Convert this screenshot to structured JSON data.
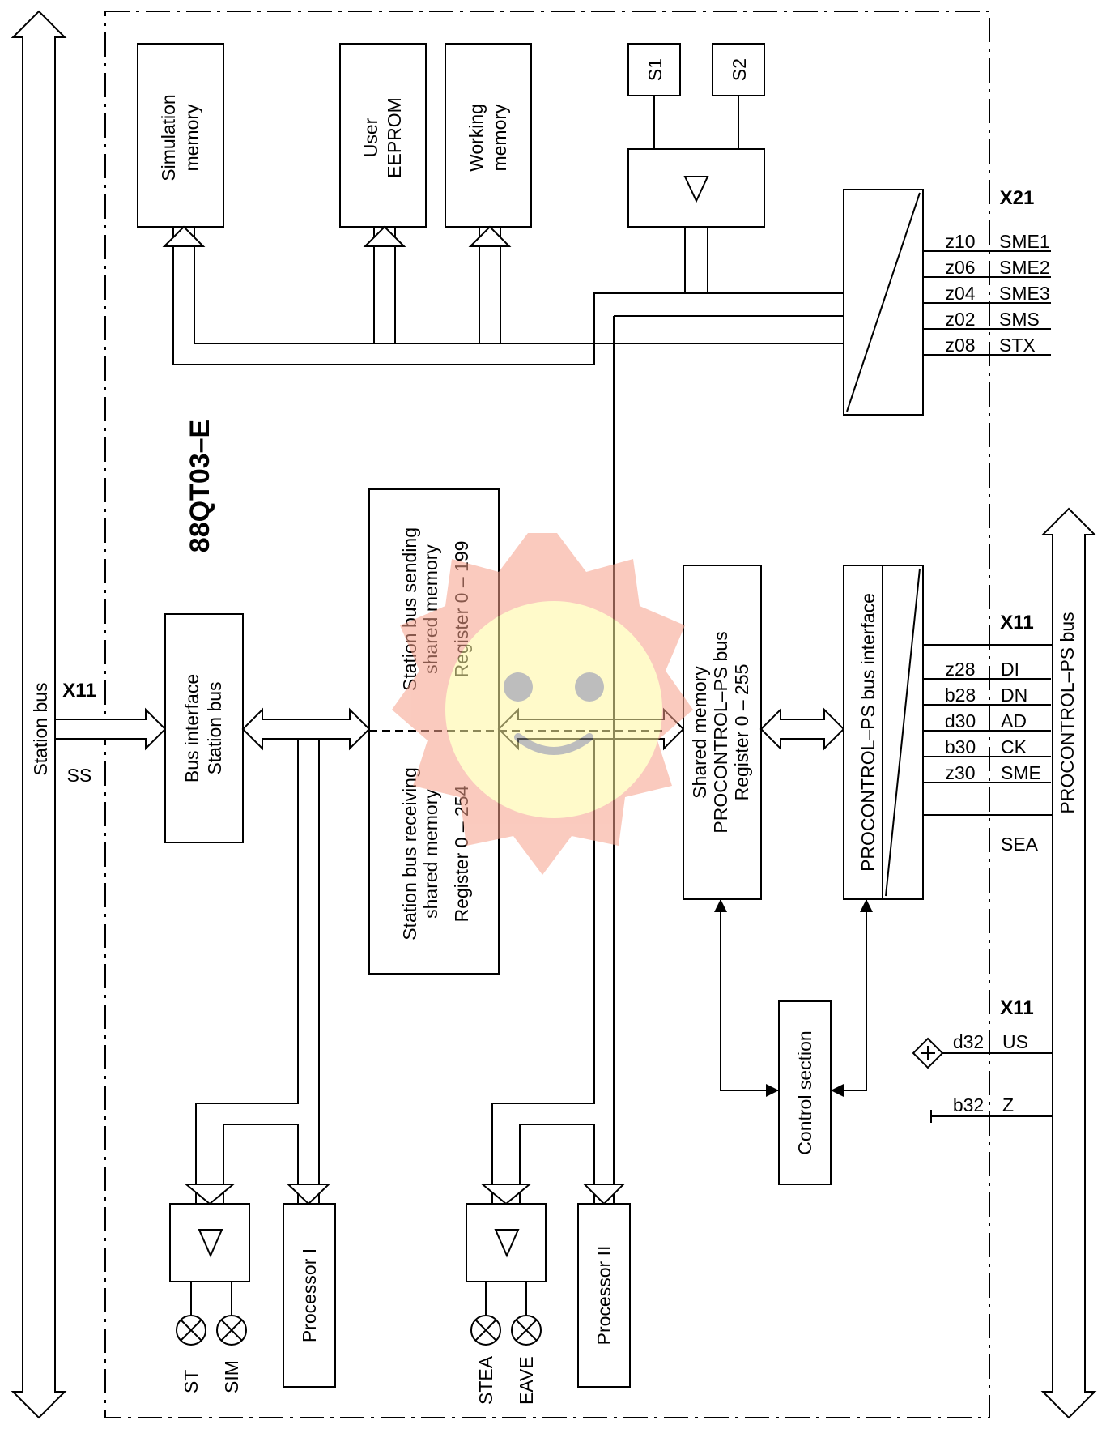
{
  "module_title": "88QT03–E",
  "station_bus": {
    "label": "Station bus",
    "connector": "X11",
    "signal": "SS"
  },
  "blocks": {
    "simulation_memory": [
      "Simulation",
      "memory"
    ],
    "user_eeprom": [
      "User",
      "EEPROM"
    ],
    "working_memory": [
      "Working",
      "memory"
    ],
    "switch_s1": "S1",
    "switch_s2": "S2",
    "bus_interface_station": [
      "Bus interface",
      "Station bus"
    ],
    "sending_memory": [
      "Station bus sending",
      "shared memory",
      "Register 0 – 199"
    ],
    "receiving_memory": [
      "Station bus receiving",
      "shared memory",
      "Register 0 – 254"
    ],
    "ps_shared_memory": [
      "Shared memory",
      "PROCONTROL–PS bus",
      "Register 0 – 255"
    ],
    "ps_bus_interface": "PROCONTROL–PS bus interface",
    "control_section": "Control section",
    "processor_1": "Processor I",
    "processor_2": "Processor II"
  },
  "x21": {
    "connector": "X21",
    "pins": [
      {
        "pin": "z10",
        "signal": "SME1"
      },
      {
        "pin": "z06",
        "signal": "SME2"
      },
      {
        "pin": "z04",
        "signal": "SME3"
      },
      {
        "pin": "z02",
        "signal": "SMS"
      },
      {
        "pin": "z08",
        "signal": "STX"
      }
    ]
  },
  "x11_ps": {
    "connector": "X11",
    "pins": [
      {
        "pin": "z28",
        "signal": "DI"
      },
      {
        "pin": "b28",
        "signal": "DN"
      },
      {
        "pin": "d30",
        "signal": "AD"
      },
      {
        "pin": "b30",
        "signal": "CK"
      },
      {
        "pin": "z30",
        "signal": "SME"
      }
    ],
    "sea": "SEA"
  },
  "x11_power": {
    "connector": "X11",
    "pins": [
      {
        "pin": "d32",
        "signal": "US"
      },
      {
        "pin": "b32",
        "signal": "Z"
      }
    ]
  },
  "ps_bus_label": "PROCONTROL–PS bus",
  "lamps": [
    "ST",
    "SIM",
    "STEA",
    "EAVE"
  ]
}
